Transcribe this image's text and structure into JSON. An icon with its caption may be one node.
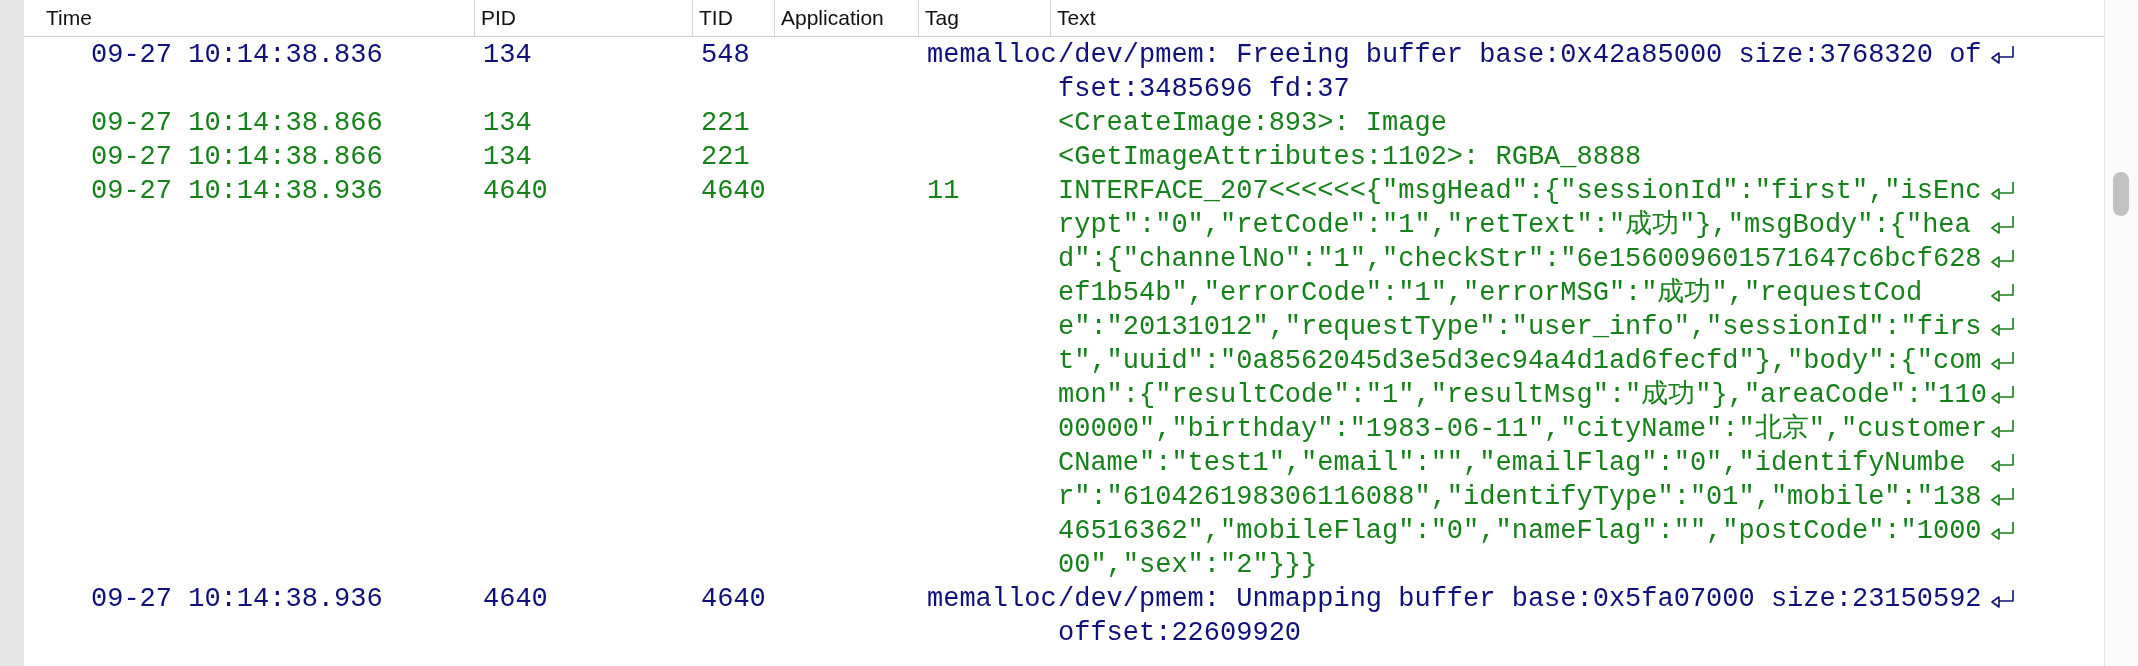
{
  "diagram": {
    "labels": [
      "Time",
      "PID",
      "TID",
      "Application",
      "Tag",
      "Text",
      "09-27 10:14:38.836",
      "134",
      "548",
      "memalloc",
      "/dev/pmem: Freeing buffer base:0x42a85000 size:3768320 offset:3485696 fd:37",
      "09-27 10:14:38.866",
      "134",
      "221",
      "<CreateImage:893>: Image",
      "09-27 10:14:38.866",
      "134",
      "221",
      "<GetImageAttributes:1102>: RGBA_8888",
      "09-27 10:14:38.936",
      "4640",
      "4640",
      "11",
      "INTERFACE_207<<<<<<{\"msgHead\":{\"sessionId\":\"first\",\"isEncrypt\":\"0\",\"retCode\":\"1\",\"retText\":\"成功\"},\"msgBody\":{\"head\":{\"channelNo\":\"1\",\"checkStr\":\"6e156009601571647c6bcf628ef1b54b\",\"errorCode\":\"1\",\"errorMSG\":\"成功\",\"requestCode\":\"20131012\",\"requestType\":\"user_info\",\"sessionId\":\"first\",\"uuid\":\"0a8562045d3e5d3ec94a4d1ad6fecfd\"},\"body\":{\"common\":{\"resultCode\":\"1\",\"resultMsg\":\"成功\"},\"areaCode\":\"11000000\",\"birthday\":\"1983-06-11\",\"cityName\":\"北京\",\"customerCName\":\"test1\",\"email\":\"\",\"emailFlag\":\"0\",\"identifyNumber\":\"610426198306116088\",\"identifyType\":\"01\",\"mobile\":\"13846516362\",\"mobileFlag\":\"0\",\"nameFlag\":\"\",\"postCode\":\"100000\",\"sex\":\"2\"}}}",
      "09-27 10:14:38.936",
      "4640",
      "4640",
      "memalloc",
      "/dev/pmem: Unmapping buffer base:0x5fa07000 size:23150592 offset:22609920"
    ]
  }
}
